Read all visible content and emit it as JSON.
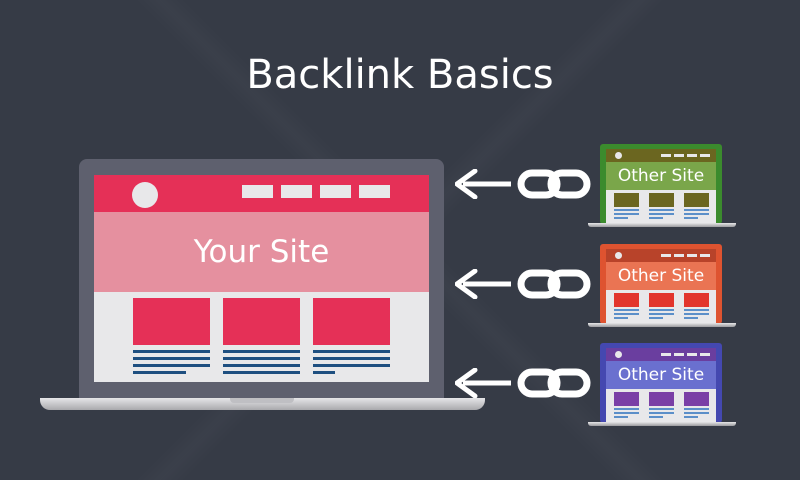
{
  "title": "Backlink Basics",
  "main_site": {
    "label": "Your Site",
    "colors": {
      "header": "#e53057",
      "band": "#e5909f",
      "cards": "#e53057",
      "lines": "#1e4f80"
    }
  },
  "other_sites": [
    {
      "label": "Other Site",
      "colors": {
        "frame": "#3b8b2d",
        "header": "#6b6620",
        "band": "#7aa64a",
        "boxes": "#6b6620"
      }
    },
    {
      "label": "Other Site",
      "colors": {
        "frame": "#de5330",
        "header": "#b8432a",
        "band": "#ea7453",
        "boxes": "#e2352d"
      }
    },
    {
      "label": "Other Site",
      "colors": {
        "frame": "#4448b0",
        "header": "#6a3e9f",
        "band": "#6a70cf",
        "boxes": "#7a3fa6"
      }
    }
  ],
  "icons": [
    "arrow-left-icon",
    "link-chain-icon"
  ]
}
